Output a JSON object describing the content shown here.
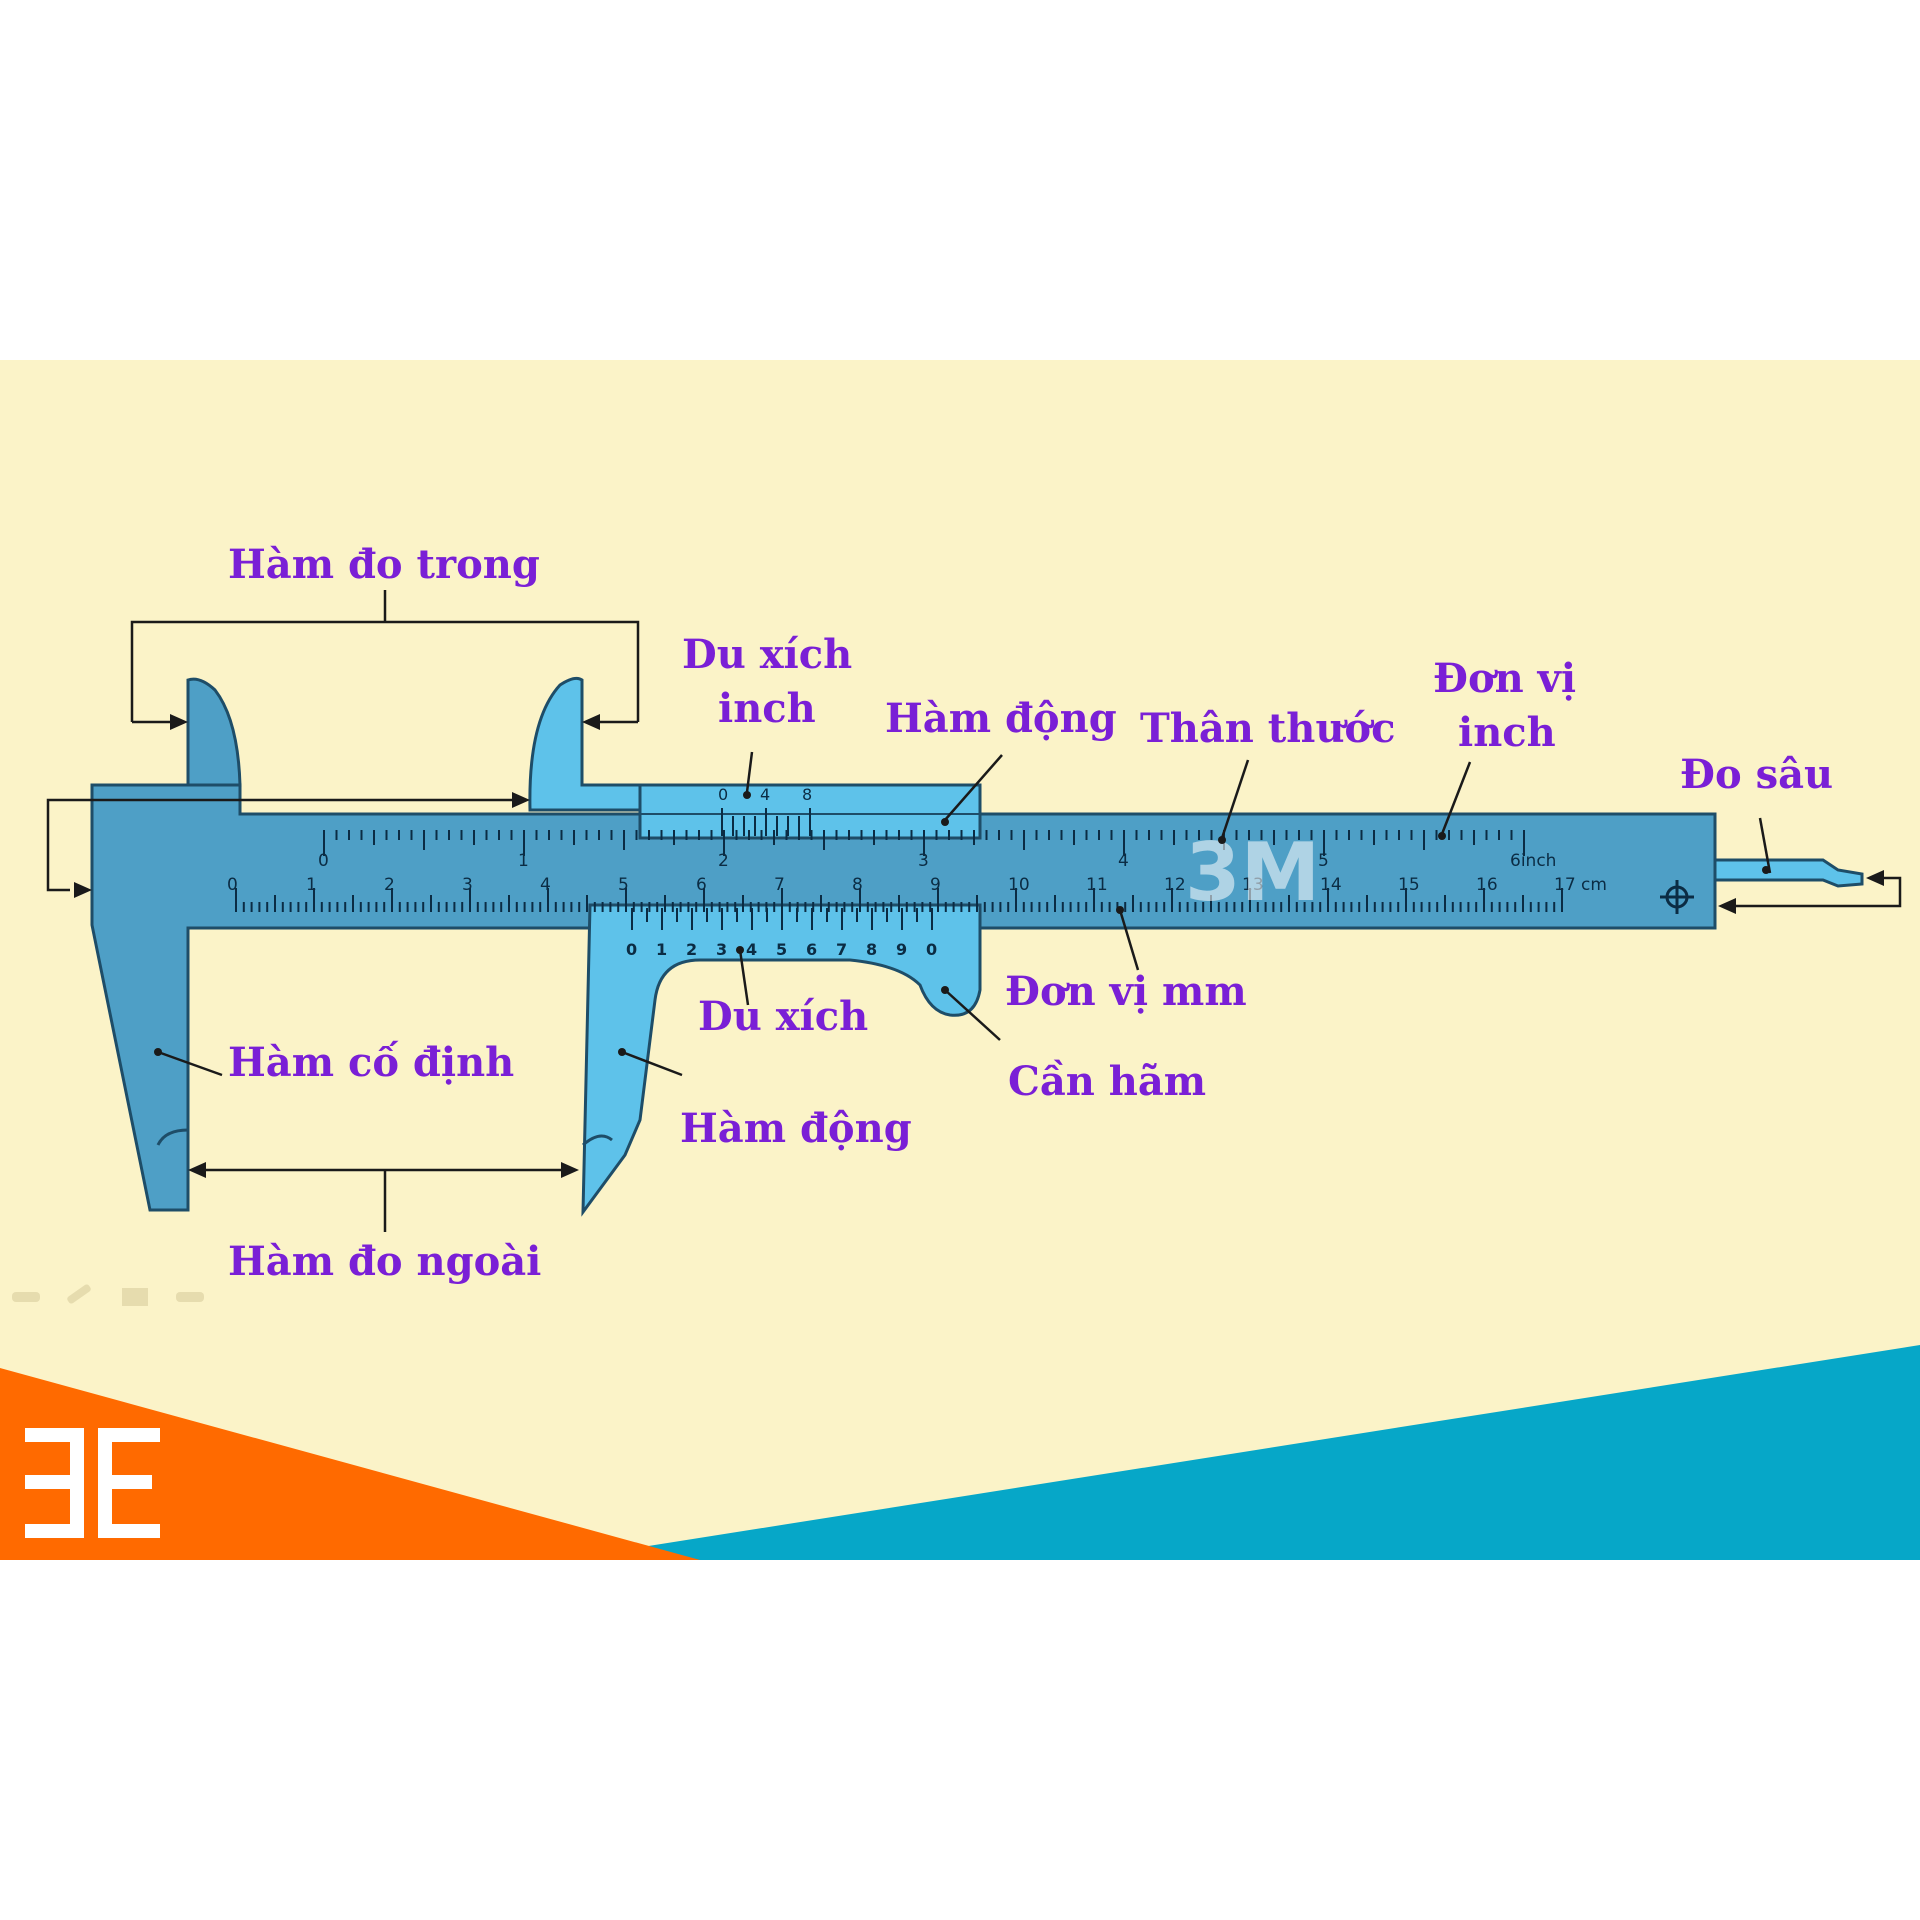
{
  "labels": {
    "inner_jaws": "Hàm đo trong",
    "vernier_inch_1": "Du xích",
    "vernier_inch_2": "inch",
    "movable_jaw_top": "Hàm động",
    "beam": "Thân thước",
    "inch_unit_1": "Đơn vị",
    "inch_unit_2": "inch",
    "depth": "Đo sâu",
    "mm_unit": "Đơn vị mm",
    "vernier_mm": "Du xích",
    "lock": "Cần hãm",
    "fixed_jaw": "Hàm cố định",
    "movable_jaw_bottom": "Hàm động",
    "outer_jaws": "Hàm đo ngoài"
  },
  "scales": {
    "inch_numbers": [
      "0",
      "1",
      "2",
      "3",
      "4",
      "5",
      "6inch"
    ],
    "cm_numbers": [
      "0",
      "1",
      "2",
      "3",
      "4",
      "5",
      "6",
      "7",
      "8",
      "9",
      "10",
      "11",
      "12",
      "13",
      "14",
      "15",
      "16",
      "17 cm"
    ],
    "inch_vernier_numbers": [
      "0",
      "4",
      "8"
    ],
    "mm_vernier_numbers": [
      "0",
      "1",
      "2",
      "3",
      "4",
      "5",
      "6",
      "7",
      "8",
      "9",
      "0"
    ]
  },
  "watermark": "3M",
  "logo": "3E",
  "colors": {
    "background": "#fbf3c8",
    "body_dark": "#4e9fc6",
    "body_light": "#5ec2ea",
    "label": "#7a1fd6",
    "orange": "#ff6a00",
    "teal": "#06a7c8"
  }
}
